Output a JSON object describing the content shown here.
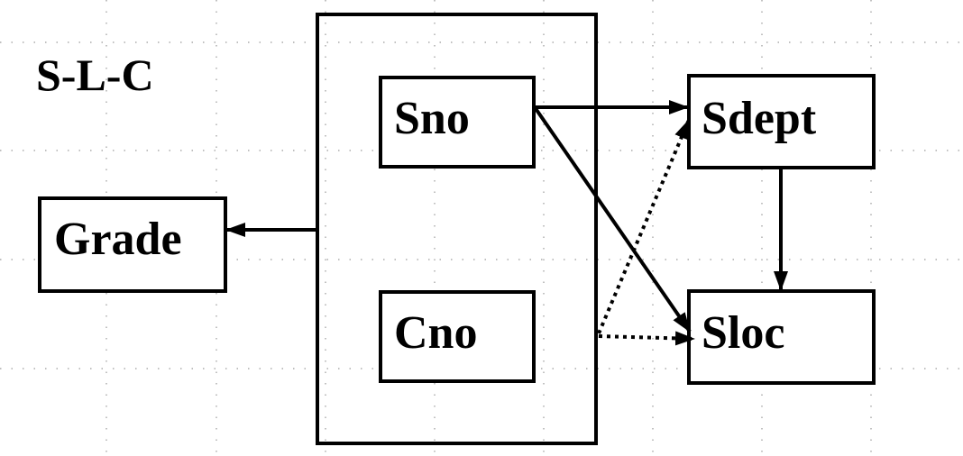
{
  "title": "S-L-C",
  "nodes": {
    "grade": "Grade",
    "sno": "Sno",
    "cno": "Cno",
    "sdept": "Sdept",
    "sloc": "Sloc"
  },
  "edges": [
    {
      "from": "Sno",
      "to": "Sdept",
      "style": "solid"
    },
    {
      "from": "Sno",
      "to": "Sloc",
      "style": "solid"
    },
    {
      "from": "Sdept",
      "to": "Sloc",
      "style": "solid"
    },
    {
      "from": "Sno+Cno",
      "to": "Grade",
      "style": "solid"
    },
    {
      "from": "Sno+Cno",
      "to": "Sdept",
      "style": "dotted"
    },
    {
      "from": "Sno+Cno",
      "to": "Sloc",
      "style": "dotted"
    }
  ],
  "colors": {
    "line": "#000000",
    "grid": "#9a9a9a",
    "background": "#ffffff"
  }
}
